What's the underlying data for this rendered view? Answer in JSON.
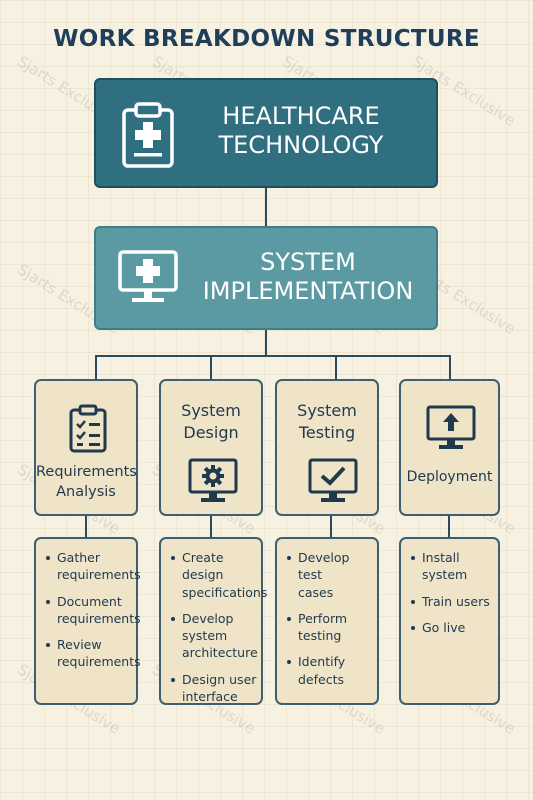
{
  "title": "WORK BREAKDOWN STRUCTURE",
  "root": {
    "lines": [
      "HEALTHCARE",
      "TECHNOLOGY"
    ],
    "icon": "clipboard-medical-icon"
  },
  "phase": {
    "lines": [
      "SYSTEM",
      "IMPLEMENTATION"
    ],
    "icon": "monitor-medical-icon"
  },
  "categories": [
    {
      "lines": [
        "Requirements",
        "Analysis"
      ],
      "icon": "checklist-icon",
      "tasks": [
        [
          "Gather",
          "requirements"
        ],
        [
          "Document",
          "requirements"
        ],
        [
          "Review",
          "requirements"
        ]
      ]
    },
    {
      "lines": [
        "System",
        "Design"
      ],
      "icon": "monitor-gear-icon",
      "tasks": [
        [
          "Create design",
          "specifications"
        ],
        [
          "Develop",
          "system",
          "architecture"
        ],
        [
          "Design user",
          "interface"
        ]
      ]
    },
    {
      "lines": [
        "System",
        "Testing"
      ],
      "icon": "monitor-check-icon",
      "tasks": [
        [
          "Develop test",
          "cases"
        ],
        [
          "Perform",
          "testing"
        ],
        [
          "Identify",
          "defects"
        ]
      ]
    },
    {
      "lines": [
        "Deployment"
      ],
      "icon": "monitor-upload-icon",
      "tasks": [
        [
          "Install",
          "system"
        ],
        [
          "Train users"
        ],
        [
          "Go live"
        ]
      ]
    }
  ],
  "watermark": "Sjarts Exclusive",
  "colors": {
    "root_fill": "#2f6f80",
    "phase_fill": "#5b9aa3",
    "card_fill": "#efe3c8",
    "text": "#1f3a4d"
  }
}
